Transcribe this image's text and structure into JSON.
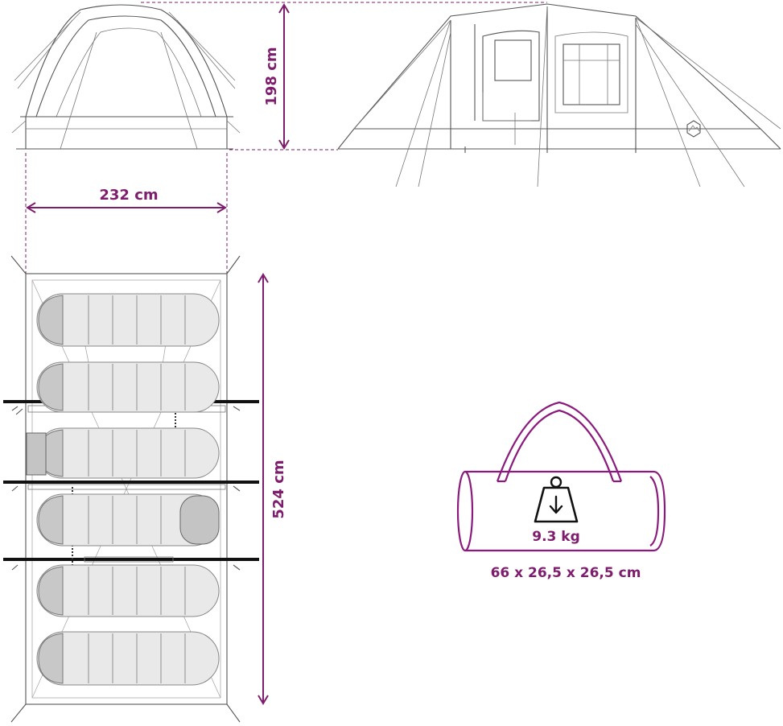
{
  "dimensions": {
    "height": "198 cm",
    "width": "232 cm",
    "length": "524 cm"
  },
  "pack": {
    "weight": "9.3 kg",
    "size": "66 x 26,5 x 26,5 cm",
    "weight_icon": "weight-down-arrow-icon"
  },
  "colors": {
    "accent": "#7e1d6e",
    "line": "#555555",
    "pole": "#111111"
  }
}
